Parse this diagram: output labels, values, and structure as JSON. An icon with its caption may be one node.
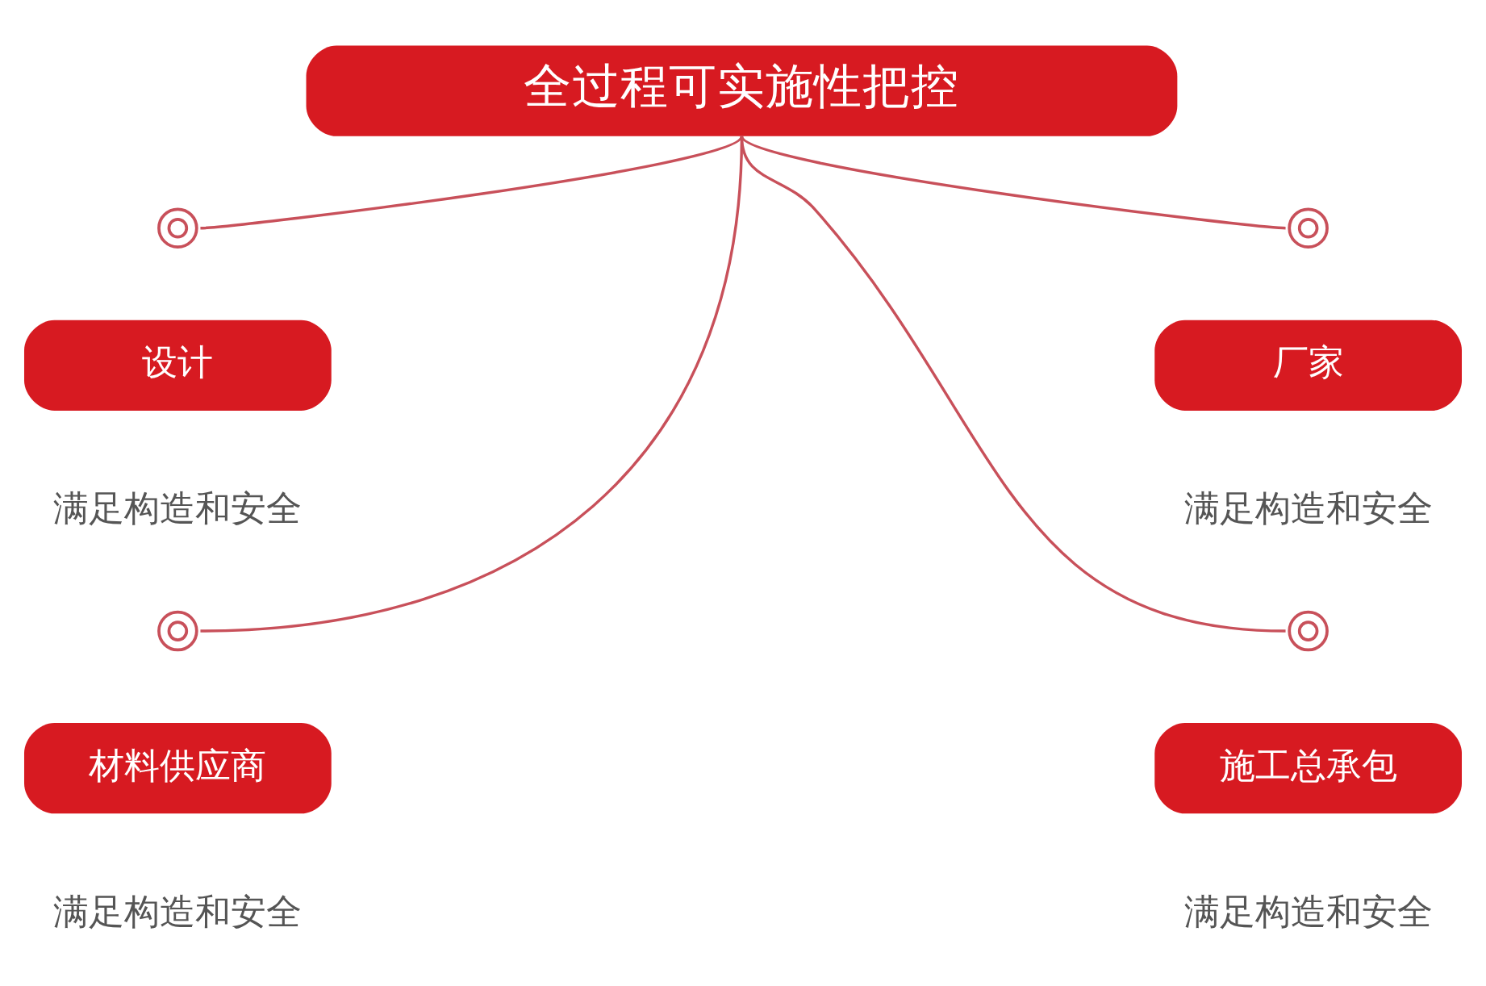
{
  "diagram": {
    "nodes": [
      {
        "text": [
          "全过程可实施性把控"
        ]
      },
      {
        "text": [],
        "shape": "circle"
      },
      {
        "text": [],
        "shape": "circle"
      },
      {
        "text": [
          "设计"
        ],
        "beside": [
          "满足构造和安全"
        ]
      },
      {
        "text": [
          "厂家"
        ],
        "beside": [
          "满足构造和安全"
        ]
      },
      {
        "text": [],
        "shape": "circle"
      },
      {
        "text": [],
        "shape": "circle"
      },
      {
        "text": [
          "材料供应商"
        ],
        "beside": [
          "满足构造和安全"
        ]
      },
      {
        "text": [
          "施工总承包"
        ],
        "beside": [
          "满足构造和安全"
        ]
      }
    ],
    "edges": [
      {
        "from": 0,
        "to": 1,
        "arrow": "none"
      },
      {
        "from": 0,
        "to": 5,
        "arrow": "none"
      },
      {
        "from": 0,
        "to": 6,
        "arrow": "none"
      },
      {
        "from": 0,
        "to": 2,
        "arrow": "none"
      }
    ]
  }
}
